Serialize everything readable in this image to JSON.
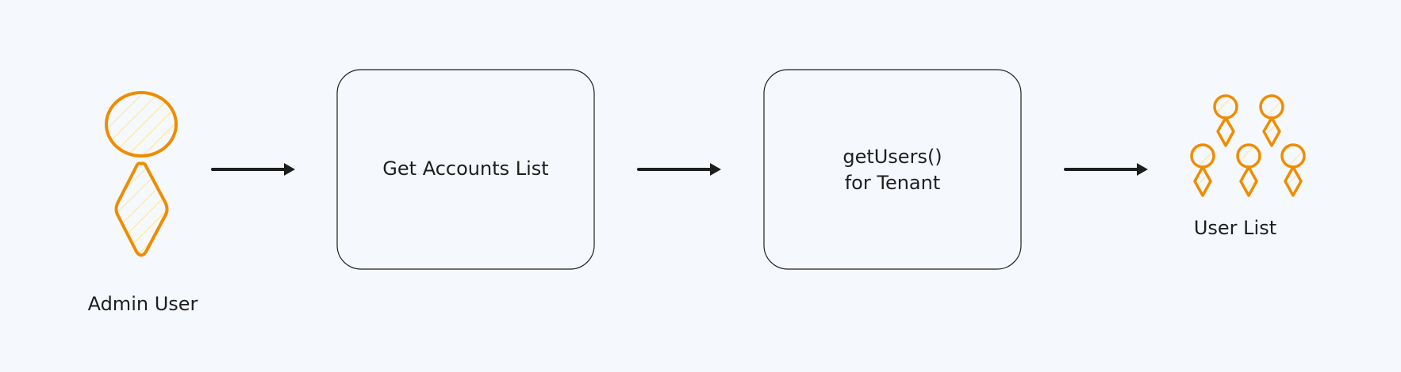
{
  "nodes": {
    "admin": {
      "label": "Admin User",
      "icon": "person-icon"
    },
    "get_accounts": {
      "label": "Get Accounts List"
    },
    "get_users": {
      "line1": "getUsers()",
      "line2": "for Tenant"
    },
    "user_list": {
      "label": "User List",
      "icon": "people-group-icon"
    }
  },
  "colors": {
    "background": "#f5f9fd",
    "accent": "#f08c00",
    "fill_hatch": "#ffec99",
    "stroke": "#1e1e1e"
  }
}
